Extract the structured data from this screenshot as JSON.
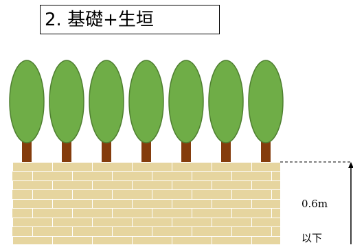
{
  "title": "2. 基礎+生垣",
  "colors": {
    "foliage": "#6fad47",
    "foliage_edge": "#4e7f30",
    "trunk": "#843c0c",
    "brick": "#e6d59f",
    "mortar": "#ffffff"
  },
  "hedge": {
    "tree_count": 7
  },
  "dimension": {
    "value": "0.6m",
    "note": "以下"
  }
}
